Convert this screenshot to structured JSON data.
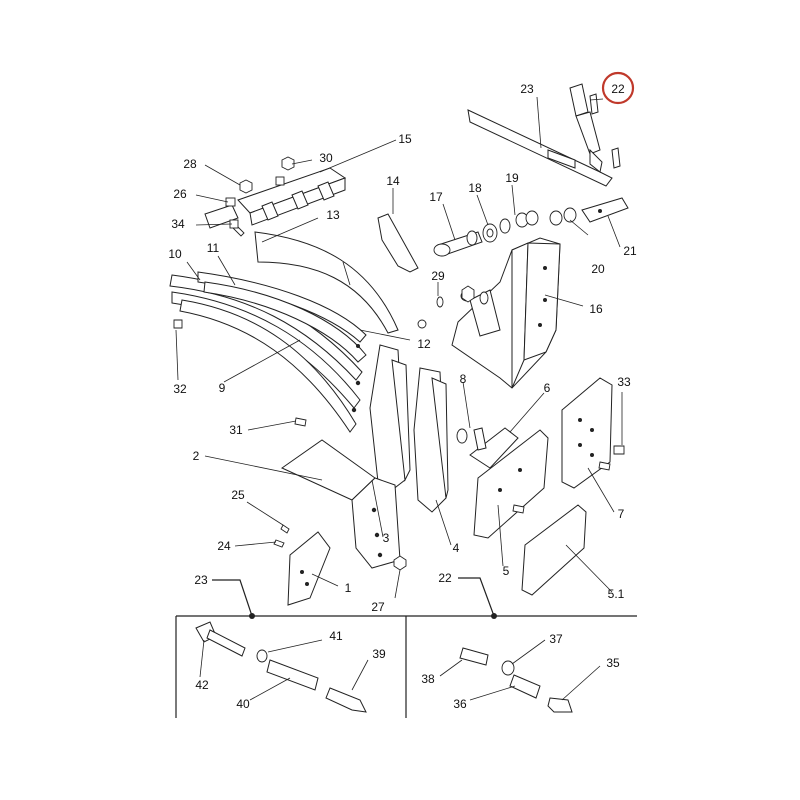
{
  "callouts": [
    {
      "id": "c1",
      "text": "1"
    },
    {
      "id": "c2",
      "text": "2"
    },
    {
      "id": "c3",
      "text": "3"
    },
    {
      "id": "c4",
      "text": "4"
    },
    {
      "id": "c5",
      "text": "5"
    },
    {
      "id": "c5_1",
      "text": "5.1"
    },
    {
      "id": "c6",
      "text": "6"
    },
    {
      "id": "c7",
      "text": "7"
    },
    {
      "id": "c8",
      "text": "8"
    },
    {
      "id": "c9",
      "text": "9"
    },
    {
      "id": "c10",
      "text": "10"
    },
    {
      "id": "c11",
      "text": "11"
    },
    {
      "id": "c12",
      "text": "12"
    },
    {
      "id": "c13",
      "text": "13"
    },
    {
      "id": "c14",
      "text": "14"
    },
    {
      "id": "c15",
      "text": "15"
    },
    {
      "id": "c16",
      "text": "16"
    },
    {
      "id": "c17",
      "text": "17"
    },
    {
      "id": "c18",
      "text": "18"
    },
    {
      "id": "c19",
      "text": "19"
    },
    {
      "id": "c20",
      "text": "20"
    },
    {
      "id": "c21",
      "text": "21"
    },
    {
      "id": "c22_top",
      "text": "22"
    },
    {
      "id": "c23_top",
      "text": "23"
    },
    {
      "id": "c24",
      "text": "24"
    },
    {
      "id": "c25",
      "text": "25"
    },
    {
      "id": "c26",
      "text": "26"
    },
    {
      "id": "c27",
      "text": "27"
    },
    {
      "id": "c28",
      "text": "28"
    },
    {
      "id": "c29",
      "text": "29"
    },
    {
      "id": "c30",
      "text": "30"
    },
    {
      "id": "c31",
      "text": "31"
    },
    {
      "id": "c32",
      "text": "32"
    },
    {
      "id": "c33",
      "text": "33"
    },
    {
      "id": "c34",
      "text": "34"
    },
    {
      "id": "c23_box",
      "text": "23"
    },
    {
      "id": "c22_box",
      "text": "22"
    },
    {
      "id": "c35",
      "text": "35"
    },
    {
      "id": "c36",
      "text": "36"
    },
    {
      "id": "c37",
      "text": "37"
    },
    {
      "id": "c38",
      "text": "38"
    },
    {
      "id": "c39",
      "text": "39"
    },
    {
      "id": "c40",
      "text": "40"
    },
    {
      "id": "c41",
      "text": "41"
    },
    {
      "id": "c42",
      "text": "42"
    }
  ],
  "highlight": {
    "callout": "22",
    "color": "#c0392b"
  },
  "colors": {
    "line": "#222222",
    "background": "#ffffff"
  }
}
